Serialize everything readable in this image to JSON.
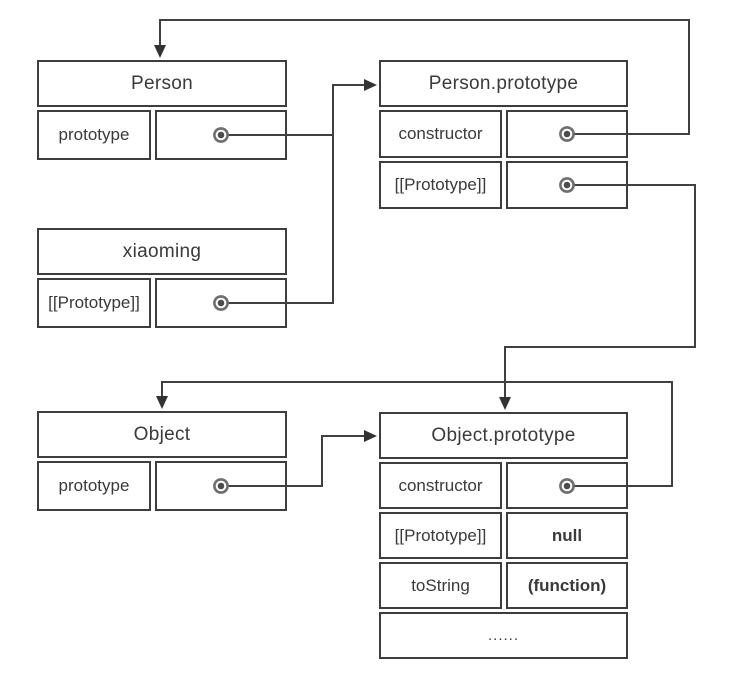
{
  "diagram_title": "JavaScript prototype chain diagram",
  "colors": {
    "background": "#ffffff",
    "box_border": "#3d3d3d",
    "wire": "#404040",
    "text": "#3a3a3a",
    "dot_ring": "#6e6e6e",
    "dot_core": "#4d4d4d"
  },
  "nodes": [
    {
      "id": "person",
      "title": "Person",
      "rows": [
        {
          "label": "prototype",
          "value_kind": "reference-dot"
        }
      ]
    },
    {
      "id": "person-prototype",
      "title": "Person.prototype",
      "rows": [
        {
          "label": "constructor",
          "value_kind": "reference-dot"
        },
        {
          "label": "[[Prototype]]",
          "value_kind": "reference-dot"
        }
      ]
    },
    {
      "id": "xiaoming",
      "title": "xiaoming",
      "rows": [
        {
          "label": "[[Prototype]]",
          "value_kind": "reference-dot"
        }
      ]
    },
    {
      "id": "object",
      "title": "Object",
      "rows": [
        {
          "label": "prototype",
          "value_kind": "reference-dot"
        }
      ]
    },
    {
      "id": "object-prototype",
      "title": "Object.prototype",
      "rows": [
        {
          "label": "constructor",
          "value_kind": "reference-dot"
        },
        {
          "label": "[[Prototype]]",
          "value": "null"
        },
        {
          "label": "toString",
          "value": "(function)"
        },
        {
          "label": "......",
          "value_kind": "ellipsis-full-row"
        }
      ]
    }
  ],
  "edges": [
    {
      "from": "Person.prototype",
      "via": "constructor",
      "to": "Person"
    },
    {
      "from": "Person",
      "via": "prototype",
      "to": "Person.prototype"
    },
    {
      "from": "xiaoming",
      "via": "[[Prototype]]",
      "to": "Person.prototype"
    },
    {
      "from": "Person.prototype",
      "via": "[[Prototype]]",
      "to": "Object.prototype"
    },
    {
      "from": "Object",
      "via": "prototype",
      "to": "Object.prototype"
    },
    {
      "from": "Object.prototype",
      "via": "constructor",
      "to": "Object"
    }
  ]
}
